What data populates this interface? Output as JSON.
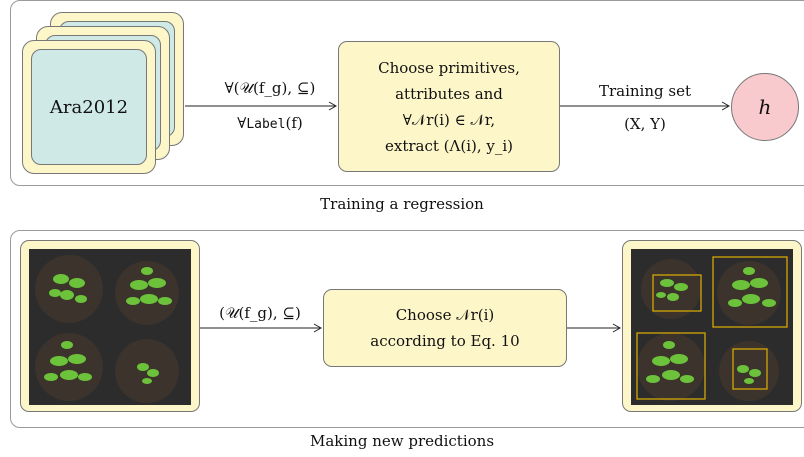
{
  "top": {
    "dataset_label": "Ara2012",
    "edge1_top": "∀(𝒰(f_g), ⊆)",
    "edge1_bottom_prefix": "∀",
    "edge1_bottom_mono": "Label",
    "edge1_bottom_suffix": "(f)",
    "process_lines": [
      "Choose primitives,",
      "attributes and",
      "∀𝒩r(i) ∈ 𝒩r,",
      "extract (Λ(i), y_i)"
    ],
    "edge2_top": "Training set",
    "edge2_bottom": "(X, Y)",
    "output": "h",
    "caption": "Training a regression"
  },
  "bottom": {
    "edge1": "(𝒰(f_g), ⊆)",
    "process_lines": [
      "Choose 𝒩r(i)",
      "according to Eq. 10"
    ],
    "caption": "Making new predictions"
  },
  "colors": {
    "frame_fill": "#fdf6c8",
    "dataset_fill": "#cfe9e6",
    "output_fill": "#f8c9cd",
    "detection_box": "#e0b000"
  }
}
